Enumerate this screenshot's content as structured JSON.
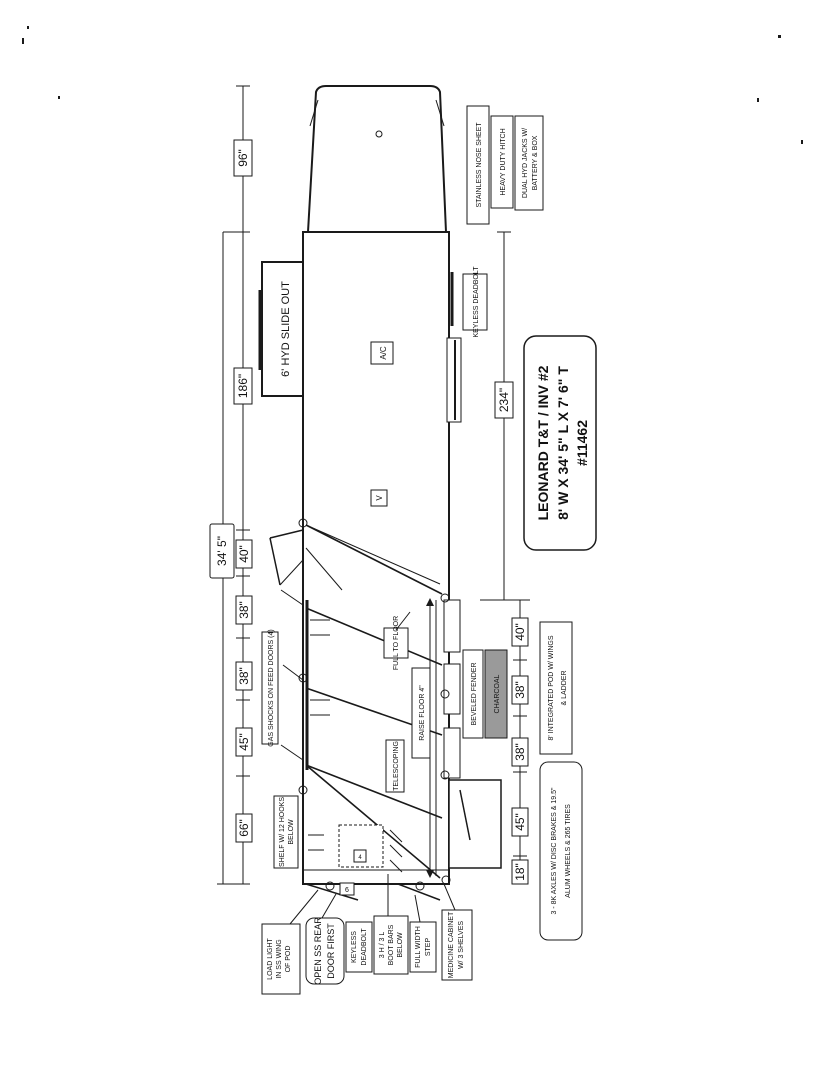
{
  "title_block": {
    "line1": "LEONARD T&T / INV #2",
    "line2": "8' W X 34' 5\" L X 7' 6\" T",
    "line3": "#11462"
  },
  "dimensions_top": {
    "overall": "34' 5\"",
    "nose": "96\"",
    "body": "186\"",
    "d40": "40\"",
    "d38": "38\"",
    "d38b": "38\"",
    "d45": "45\"",
    "d66": "66\""
  },
  "dimensions_bottom": {
    "d234": "234\"",
    "d40": "40\"",
    "d38": "38\"",
    "d38b": "38\"",
    "d45": "45\"",
    "d18": "18\""
  },
  "labels": {
    "slide_out": "6' HYD SLIDE OUT",
    "ac": "A/C",
    "vent": "V",
    "stainless_nose": "STAINLESS NOSE SHEET",
    "hitch": "HEAVY DUTY HITCH",
    "jacks_line1": "DUAL HYD JACKS W/",
    "jacks_line2": "BATTERY & BOX",
    "keyless_deadbolt_side": "KEYLESS DEADBOLT",
    "gas_shocks": "GAS SHOCKS ON FEED DOORS (4)",
    "full_to_floor": "FULL TO FLOOR",
    "raise_floor": "RAISE FLOOR 4\"",
    "telescoping": "TELESCOPING",
    "beveled_fender": "BEVELED FENDER",
    "charcoal": "CHARCOAL",
    "pod_line1": "8' INTEGRATED POD W/ WINGS",
    "pod_line2": "& LADDER",
    "axles_line1": "3 - 8K AXLES W/ DISC BRAKES & 19.5\"",
    "axles_line2": "ALUM WHEELS & 265 TIRES",
    "shelf_hooks_line1": "SHELF W/ 12 HOOKS",
    "shelf_hooks_line2": "BELOW",
    "load_light_line1": "LOAD LIGHT",
    "load_light_line2": "IN SS WING",
    "load_light_line3": "OF POD",
    "open_ss_line1": "OPEN SS REAR",
    "open_ss_line2": "DOOR FIRST",
    "keyless_rear_line1": "KEYLESS",
    "keyless_rear_line2": "DEADBOLT",
    "boot_bars_line1": "3 H / 3 L",
    "boot_bars_line2": "BOOT BARS",
    "boot_bars_line3": "BELOW",
    "full_width_line1": "FULL WIDTH",
    "full_width_line2": "STEP",
    "medicine_line1": "MEDICINE CABINET",
    "medicine_line2": "W/ 3 SHELVES",
    "num6": "6",
    "num4": "4"
  },
  "colors": {
    "charcoal_fill": "#9a9a9a",
    "ink": "#1a1a1a"
  }
}
